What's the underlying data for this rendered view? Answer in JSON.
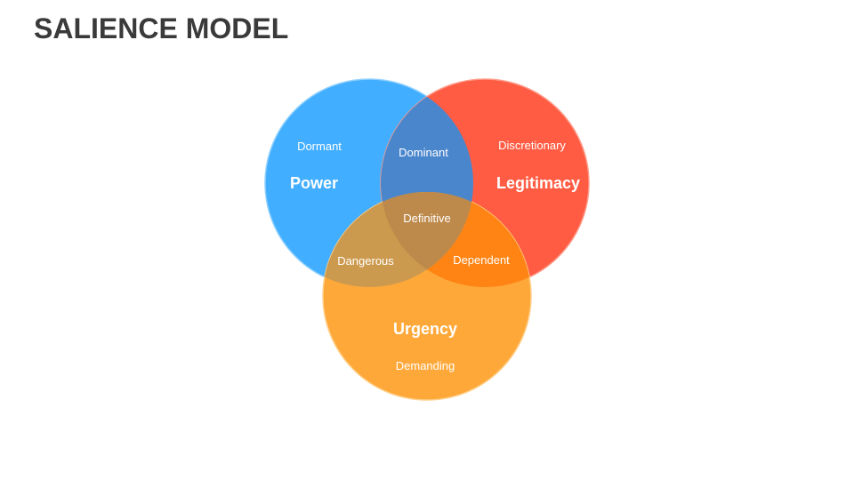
{
  "title": "SALIENCE MODEL",
  "colors": {
    "power": "#42AEFF",
    "legitimacy": "#FF5C43",
    "urgency": "#FFA83A",
    "power_legitimacy": "#4A86CC",
    "legitimacy_urgency": "#FF8414",
    "power_urgency": "#CC9A4E",
    "center": "#BE8A4C"
  },
  "sets": {
    "power": {
      "label": "Power",
      "region": "Dormant"
    },
    "legitimacy": {
      "label": "Legitimacy",
      "region": "Discretionary"
    },
    "urgency": {
      "label": "Urgency",
      "region": "Demanding"
    }
  },
  "intersections": {
    "power_legitimacy": "Dominant",
    "power_urgency": "Dangerous",
    "legitimacy_urgency": "Dependent",
    "all": "Definitive"
  }
}
